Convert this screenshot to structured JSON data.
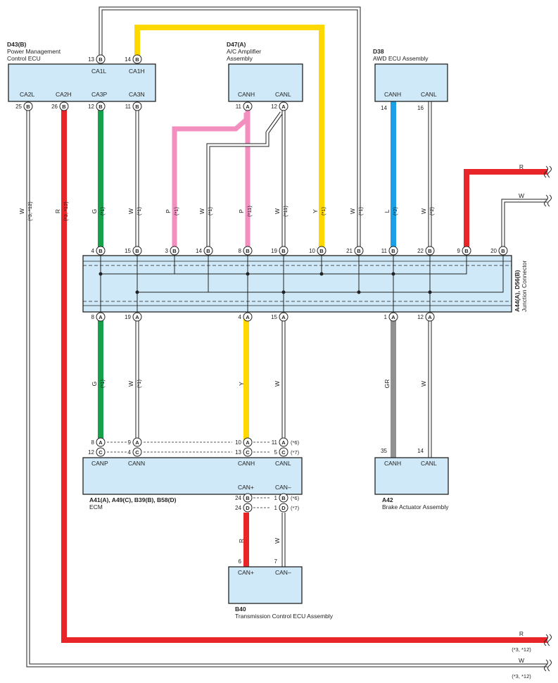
{
  "colors": {
    "W": "#ffffff",
    "R": "#e8262a",
    "G": "#16a04a",
    "P": "#f28fbf",
    "Y": "#ffd800",
    "L": "#1aa0e6",
    "GR": "#909090",
    "box": "#cfe9f8"
  },
  "components": {
    "d43": {
      "id": "D43(B)",
      "name1": "Power Management",
      "name2": "Control ECU",
      "top_pins": [
        "CA1L",
        "CA1H"
      ],
      "bottom_pins": [
        "CA2L",
        "CA2H",
        "CA3P",
        "CA3N"
      ],
      "top_nums": [
        "13",
        "14"
      ],
      "bottom_nums": [
        "25",
        "26",
        "12",
        "11"
      ],
      "conn": "B"
    },
    "d47": {
      "id": "D47(A)",
      "name1": "A/C Amplifier",
      "name2": "Assembly",
      "pins": [
        "CANH",
        "CANL"
      ],
      "nums": [
        "11",
        "12"
      ],
      "conn": "A"
    },
    "d38": {
      "id": "D38",
      "name1": "AWD ECU Assembly",
      "pins": [
        "CANH",
        "CANL"
      ],
      "nums": [
        "14",
        "16"
      ]
    },
    "junction": {
      "id": "A44(A), D56(B)",
      "name": "Junction Connector",
      "top_nums": [
        "4",
        "15",
        "3",
        "14",
        "8",
        "19",
        "10",
        "21",
        "11",
        "22",
        "9",
        "20"
      ],
      "top_conn": "B",
      "bottom_nums": [
        "8",
        "19",
        "4",
        "15",
        "1",
        "12"
      ],
      "bottom_conn": "A"
    },
    "ecm": {
      "id": "A41(A), A49(C), B39(B), B58(D)",
      "name": "ECM",
      "pins_top": [
        "CANP",
        "CANN",
        "CANH",
        "CANL"
      ],
      "pins_bottom": [
        "CAN+",
        "CAN–"
      ],
      "row1": [
        "8",
        "9",
        "10",
        "11"
      ],
      "row1_conn": "A",
      "row2": [
        "12",
        "4",
        "13",
        "5"
      ],
      "row2_conn": "C",
      "row3": [
        "24",
        "1"
      ],
      "row3_conn": "B",
      "row4": [
        "24",
        "1"
      ],
      "row4_conn": "D",
      "note6": "(*6)",
      "note7": "(*7)"
    },
    "a42": {
      "id": "A42",
      "name": "Brake Actuator Assembly",
      "pins": [
        "CANH",
        "CANL"
      ],
      "nums": [
        "35",
        "14"
      ]
    },
    "b40": {
      "id": "B40",
      "name": "Transmission Control ECU Assembly",
      "pins": [
        "CAN+",
        "CAN–"
      ],
      "nums": [
        "6",
        "7"
      ]
    }
  },
  "wires": {
    "upper": [
      {
        "color": "W",
        "note": "(*3, *12)"
      },
      {
        "color": "R",
        "note": "(*3, *12)"
      },
      {
        "color": "G",
        "note": "(*1)"
      },
      {
        "color": "W",
        "note": "(*1)"
      },
      {
        "color": "P",
        "note": "(*1)"
      },
      {
        "color": "W",
        "note": "(*1)"
      },
      {
        "color": "P",
        "note": "(*11)"
      },
      {
        "color": "W",
        "note": "(*11)"
      },
      {
        "color": "Y",
        "note": "(*1)"
      },
      {
        "color": "W",
        "note": "(*1)"
      },
      {
        "color": "L",
        "note": "(*2)"
      },
      {
        "color": "W",
        "note": "(*2)"
      }
    ],
    "lower": [
      {
        "color": "G",
        "note": "(*1)"
      },
      {
        "color": "W",
        "note": "(*1)"
      },
      {
        "color": "Y",
        "note": ""
      },
      {
        "color": "W",
        "note": ""
      },
      {
        "color": "GR",
        "note": ""
      },
      {
        "color": "W",
        "note": ""
      }
    ],
    "tcm": [
      {
        "color": "R"
      },
      {
        "color": "W"
      }
    ],
    "right_top": [
      {
        "color": "R"
      },
      {
        "color": "W"
      }
    ],
    "bottom": [
      {
        "color": "R",
        "note": "(*3, *12)"
      },
      {
        "color": "W",
        "note": "(*3, *12)"
      }
    ]
  }
}
